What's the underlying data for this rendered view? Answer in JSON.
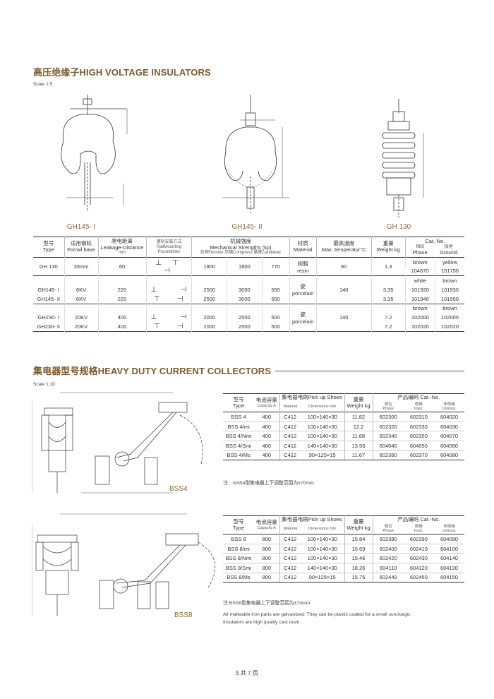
{
  "section1": {
    "title": "高压绝缘子HIGH VOLTAGE INSULATORS",
    "scale": "Scale 1:5",
    "figures": [
      "GH145- I",
      "GH145- II",
      "GH 130"
    ]
  },
  "insulator_table": {
    "headers": {
      "type": [
        "型号",
        "Type"
      ],
      "forrail": [
        "适用钢轨",
        "Forrail base"
      ],
      "leakage": [
        "爬电距离",
        "Leakage-Distance",
        "mm"
      ],
      "railmount": [
        "钢轨安装方式",
        "RailMounting",
        "Possibilities"
      ],
      "mech": [
        "机械强度",
        "Mechanical Strengths (kp)",
        "拉伸Tension 压缩Compress 悬臂Cantilever"
      ],
      "material": [
        "材质",
        "Material"
      ],
      "temp": [
        "最高温度",
        "Max. temperatur°C"
      ],
      "weight": [
        "重量",
        "Weight kg"
      ],
      "cat": [
        "Cat.-No.",
        "相线",
        "Phase",
        "接地",
        "Ground"
      ]
    },
    "groups": [
      {
        "rows": [
          {
            "type": "GH 130",
            "rail": "35mm",
            "leak": "60",
            "tension": "1800",
            "compress": "1800",
            "cantilever": "770",
            "weight": "1.3"
          }
        ],
        "material": [
          "树脂",
          "resin"
        ],
        "temp": "90",
        "cat_colors": [
          "brown",
          "yellow"
        ],
        "cat_rows": [
          [
            "104670",
            "101750"
          ]
        ]
      },
      {
        "rows": [
          {
            "type": "GH145- I",
            "rail": "6KV",
            "leak": "220",
            "tension": "2500",
            "compress": "3000",
            "cantilever": "550",
            "weight": "3.35"
          },
          {
            "type": "GH145- II",
            "rail": "6KV",
            "leak": "220",
            "tension": "2500",
            "compress": "3000",
            "cantilever": "550",
            "weight": "3.35"
          }
        ],
        "material": [
          "瓷",
          "porcelain"
        ],
        "temp": "140",
        "cat_colors": [
          "white",
          "brown"
        ],
        "cat_rows": [
          [
            "101920",
            "101930"
          ],
          [
            "101940",
            "101950"
          ]
        ]
      },
      {
        "rows": [
          {
            "type": "GH230- I",
            "rail": "20KV",
            "leak": "400",
            "tension": "2000",
            "compress": "2500",
            "cantilever": "500",
            "weight": "7.2"
          },
          {
            "type": "GH230- II",
            "rail": "20KV",
            "leak": "400",
            "tension": "2000",
            "compress": "2500",
            "cantilever": "500",
            "weight": "7.2"
          }
        ],
        "material": [
          "瓷",
          "porcelain"
        ],
        "temp": "140",
        "cat_colors": [
          "brown",
          "brown"
        ],
        "cat_rows": [
          [
            "102000",
            "102000"
          ],
          [
            "102020",
            "102020"
          ]
        ]
      }
    ]
  },
  "section2": {
    "title": "集电器型号规格HEAVY DUTY CURRENT COLLECTORS",
    "scale": "Scale 1:10",
    "fig_bss4": "BSS4",
    "fig_bss8": "BSS8"
  },
  "bss4_table": {
    "headers": {
      "type": [
        "型号",
        "Type"
      ],
      "capacity": [
        "电流容量",
        "Capacity A"
      ],
      "pickup": "集电器电刷Pick up Shoes",
      "material": "Material",
      "dimensions": "Dimensions mm",
      "weight": [
        "重量",
        "Weight kg"
      ],
      "cat": "产品编码 Cat.-No.",
      "phase": [
        "相位",
        "Phase"
      ],
      "insul": [
        "绝缘",
        "Insul."
      ],
      "uninsul": [
        "非绝缘",
        "Uninsul."
      ]
    },
    "rows": [
      {
        "type": "BSS 4",
        "cap": "400",
        "mat": "C412",
        "dim": "100×140×30",
        "weight": "11.82",
        "phase": "602300",
        "insul": "602310",
        "uninsul": "604020"
      },
      {
        "type": "BSS 4/mi",
        "cap": "400",
        "mat": "C412",
        "dim": "100×140×30",
        "weight": "12.2",
        "phase": "602320",
        "insul": "602330",
        "uninsul": "604030"
      },
      {
        "type": "BSS 4/Nmi",
        "cap": "400",
        "mat": "C412",
        "dim": "100×140×30",
        "weight": "11.68",
        "phase": "602340",
        "insul": "602350",
        "uninsul": "604070"
      },
      {
        "type": "BSS 4/Smi",
        "cap": "400",
        "mat": "C412",
        "dim": "140×140×30",
        "weight": "13.56",
        "phase": "604040",
        "insul": "604050",
        "uninsul": "604060"
      },
      {
        "type": "BSS 4/Ms",
        "cap": "400",
        "mat": "C412",
        "dim": "90×125×15",
        "weight": "11.67",
        "phase": "602360",
        "insul": "602370",
        "uninsul": "604080"
      }
    ],
    "note": "注：ANS4型集电器上下调整范围为±70mm"
  },
  "bss8_table": {
    "headers": {
      "type": [
        "型号",
        "Type"
      ],
      "capacity": [
        "电流容量",
        "Capacity A"
      ],
      "pickup": "集电器电刷Pick up Shoes",
      "material": "Material",
      "dimensions": "Dimensions mm",
      "weight": [
        "重量",
        "Weight kg"
      ],
      "cat": "产品编码 Cat.-No.",
      "phase": [
        "相位",
        "Phase"
      ],
      "insul": [
        "绝缘",
        "Insul."
      ],
      "uninsul": [
        "非绝缘",
        "Uninsul."
      ]
    },
    "rows": [
      {
        "type": "BSS 8",
        "cap": "800",
        "mat": "C412",
        "dim": "100×140×30",
        "weight": "15.84",
        "phase": "602380",
        "insul": "602390",
        "uninsul": "604090"
      },
      {
        "type": "BSS 8/mi",
        "cap": "800",
        "mat": "C412",
        "dim": "100×140×30",
        "weight": "15.69",
        "phase": "602400",
        "insul": "602410",
        "uninsul": "604100"
      },
      {
        "type": "BSS 8/Nmi",
        "cap": "800",
        "mat": "C412",
        "dim": "100×140×30",
        "weight": "15.46",
        "phase": "602420",
        "insul": "602430",
        "uninsul": "604140"
      },
      {
        "type": "BSS 8/Smi",
        "cap": "800",
        "mat": "C412",
        "dim": "140×140×30",
        "weight": "18.26",
        "phase": "604110",
        "insul": "604120",
        "uninsul": "604130"
      },
      {
        "type": "BSS 8/Ms",
        "cap": "800",
        "mat": "C412",
        "dim": "90×125×15",
        "weight": "15.75",
        "phase": "602440",
        "insul": "602450",
        "uninsul": "604150"
      }
    ],
    "note": "注:BSS8型集电器上下调整范围为±70mm",
    "note2": "All malleable iron parts are galvanized. They can be plastic coated for a small surcharge.",
    "note3": "Insulators are high quality cast resin."
  },
  "footer": "5 共 7 页",
  "colors": {
    "title": "#7a5a2e",
    "line": "#333333"
  }
}
